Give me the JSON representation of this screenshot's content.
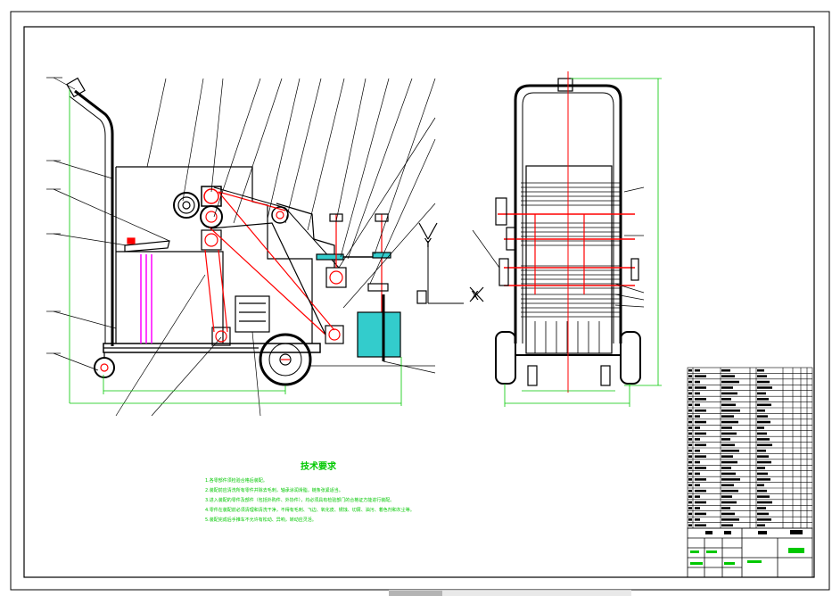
{
  "drawing": {
    "axis_y_label": "Y",
    "axis_x_label": "X",
    "notes_title": "技术要求",
    "notes": [
      "1.各零部件须检验合格后装配。",
      "2.装配前应清洗所有零件并除去毛刺，轴承涂润滑脂，链条张紧适当。",
      "3.进入装配的零件及部件（包括外购件、外协件），均必须具有检验部门的合格证方能进行装配。",
      "4.零件在装配前必须清理和清洗干净，不得有毛刺、飞边、氧化皮、锈蚀、切屑、油污、着色剂和灰尘等。",
      "5.装配完成后手推车不允许有松动、异响，转动应灵活。"
    ]
  },
  "colors": {
    "frame": "#000000",
    "dimension": "#00c800",
    "center_line": "#ff0000",
    "chain": "#ff0000",
    "tank": "#33cccc",
    "spring": "#ff00ff",
    "notes_text": "#00c800"
  }
}
